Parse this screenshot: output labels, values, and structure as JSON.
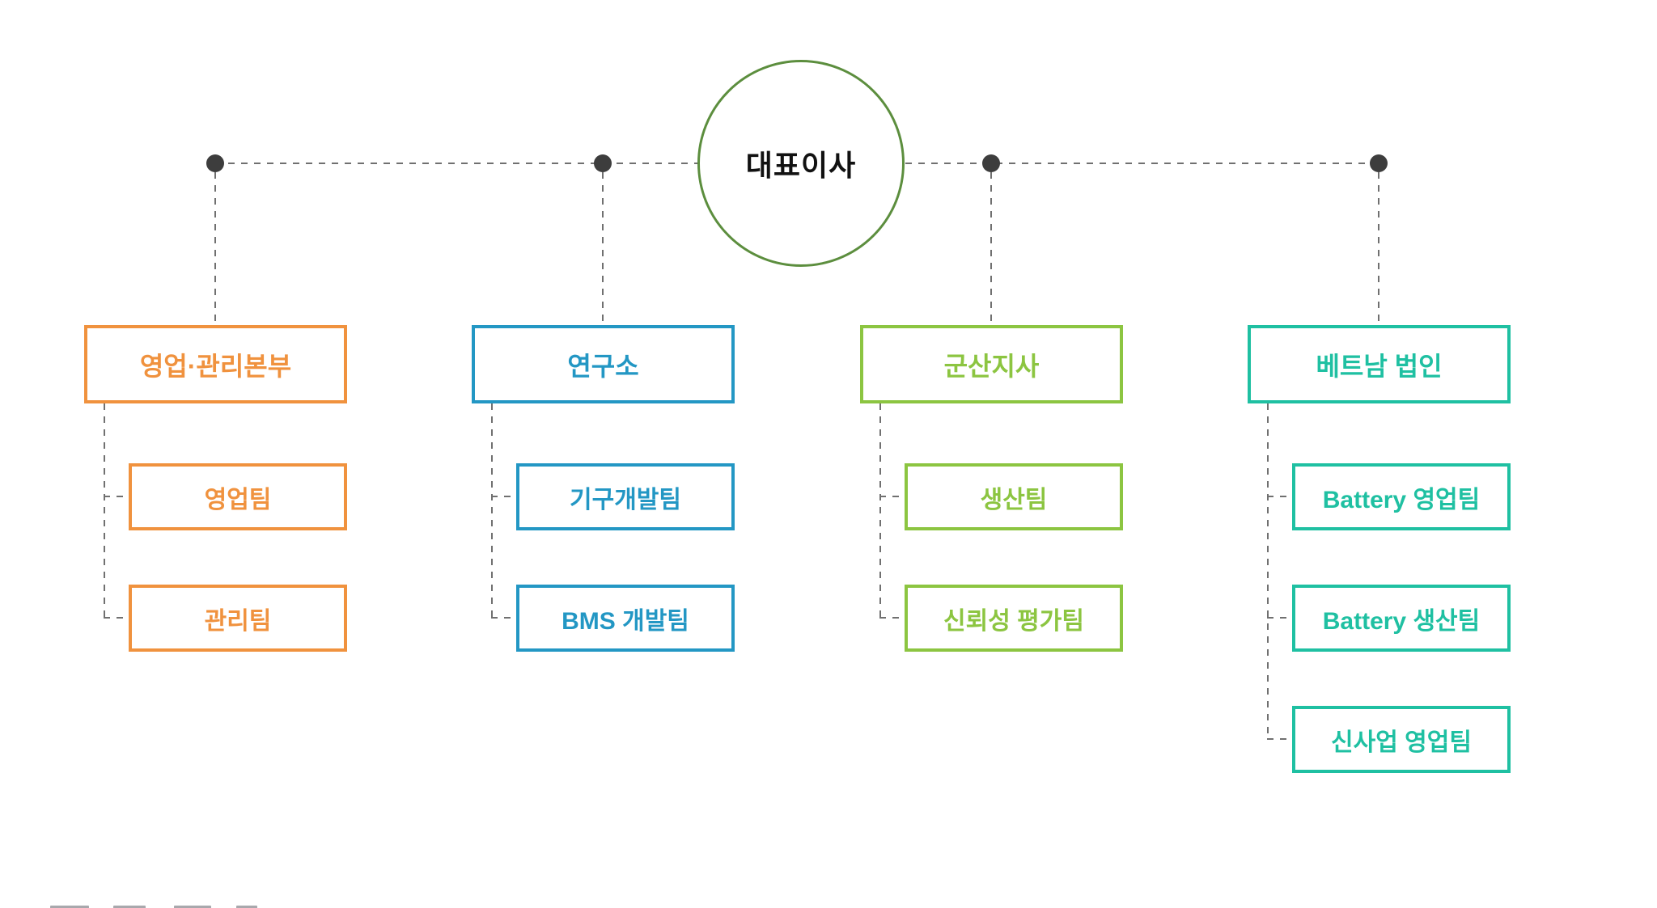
{
  "root": {
    "label": "대표이사",
    "border_color": "#5C8E3E",
    "text_color": "#111111"
  },
  "connector": {
    "line_color": "#707070",
    "dot_color": "#3D3D3D"
  },
  "branches": [
    {
      "label": "영업·관리본부",
      "color": "#F0923E",
      "children": [
        {
          "label": "영업팀"
        },
        {
          "label": "관리팀"
        }
      ]
    },
    {
      "label": "연구소",
      "color": "#2397C4",
      "children": [
        {
          "label": "기구개발팀"
        },
        {
          "label": "BMS 개발팀"
        }
      ]
    },
    {
      "label": "군산지사",
      "color": "#8CC541",
      "children": [
        {
          "label": "생산팀"
        },
        {
          "label": "신뢰성 평가팀"
        }
      ]
    },
    {
      "label": "베트남 법인",
      "color": "#1FC0A2",
      "children": [
        {
          "label": "Battery 영업팀"
        },
        {
          "label": "Battery 생산팀"
        },
        {
          "label": "신사업 영업팀"
        }
      ]
    }
  ]
}
